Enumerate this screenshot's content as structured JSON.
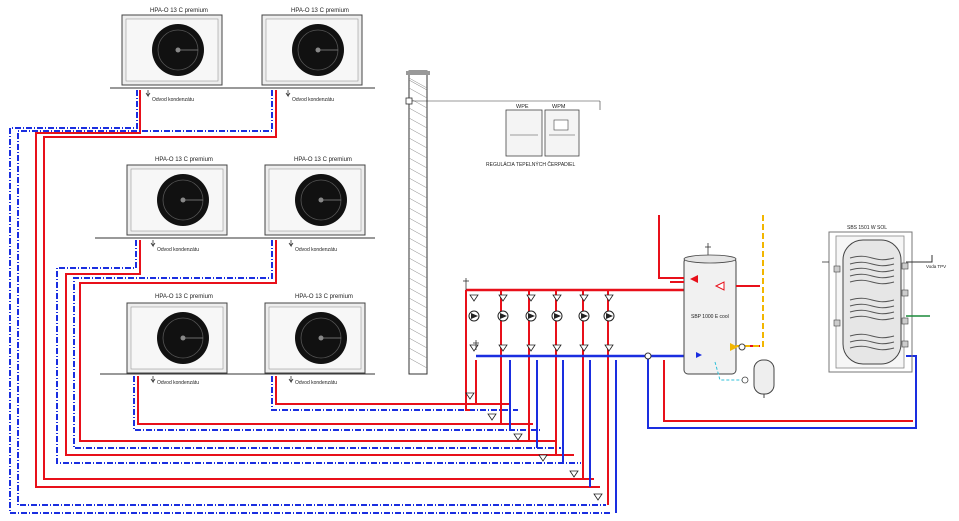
{
  "heat_pumps": {
    "model_label": "HPA-O 13 C premium",
    "condensate_label": "Odvod kondenzátu"
  },
  "controller": {
    "wpe_label": "WPE",
    "wpm_label": "WPM",
    "caption": "REGULÁCIA TEPELNÝCH ČERPADIEL"
  },
  "buffer_tank": {
    "label": "SBP 1000 E cool"
  },
  "dhw_tank": {
    "label": "SBS 1501 W SOL",
    "outlet_label": "Voda TPV"
  },
  "colors": {
    "supply": "#e8101a",
    "return": "#1a2ee0",
    "cooling": "#1a8a3a",
    "aux": "#f2b600",
    "expansion": "#30c0d8",
    "chimney": "#555555"
  }
}
